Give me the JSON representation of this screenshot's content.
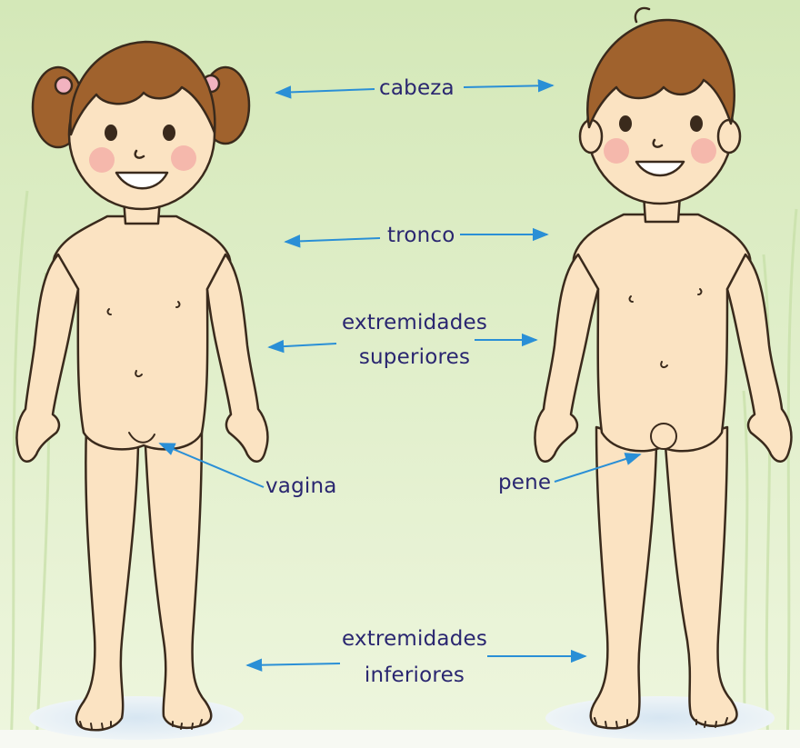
{
  "labels": {
    "head": "cabeza",
    "trunk": "tronco",
    "upper_limbs_line1": "extremidades",
    "upper_limbs_line2": "superiores",
    "vagina": "vagina",
    "penis": "pene",
    "lower_limbs_line1": "extremidades",
    "lower_limbs_line2": "inferiores"
  },
  "figures": {
    "girl": "girl-figure",
    "boy": "boy-figure"
  },
  "colors": {
    "background_top": "#d9ebc0",
    "background_bottom": "#eef6de",
    "skin": "#fbe3c2",
    "hair": "#a0622d",
    "outline": "#3a2a1c",
    "arrow": "#2a8fd6",
    "label_text": "#2a2670",
    "cheek": "#f3a9a4",
    "shadow": "#e3eef5"
  }
}
